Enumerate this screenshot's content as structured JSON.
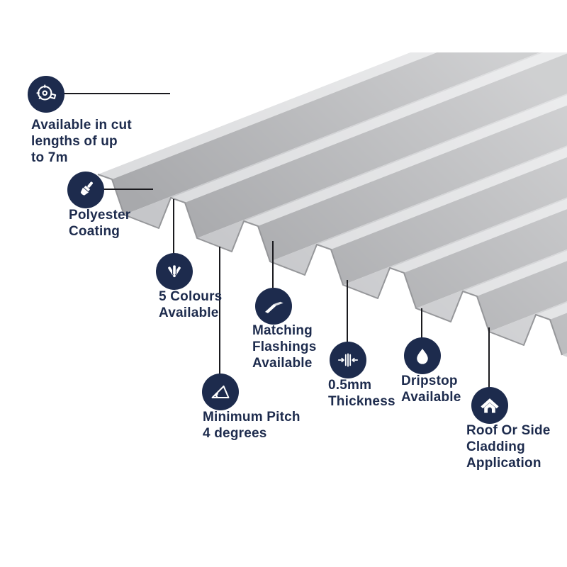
{
  "colors": {
    "accent": "#1d2b4d",
    "line": "#1a1a1e"
  },
  "features": [
    {
      "icon": "tape-measure-icon",
      "label": "Available in cut\nlengths of up\nto 7m"
    },
    {
      "icon": "paint-brush-icon",
      "label": "Polyester\nCoating"
    },
    {
      "icon": "colour-swatch-icon",
      "label": "5 Colours\nAvailable"
    },
    {
      "icon": "flashing-icon",
      "label": "Matching\nFlashings\nAvailable"
    },
    {
      "icon": "pitch-angle-icon",
      "label": "Minimum Pitch\n4 degrees"
    },
    {
      "icon": "thickness-icon",
      "label": "0.5mm\nThickness"
    },
    {
      "icon": "water-drop-icon",
      "label": "Dripstop\nAvailable"
    },
    {
      "icon": "house-icon",
      "label": "Roof Or Side\nCladding\nApplication"
    }
  ]
}
